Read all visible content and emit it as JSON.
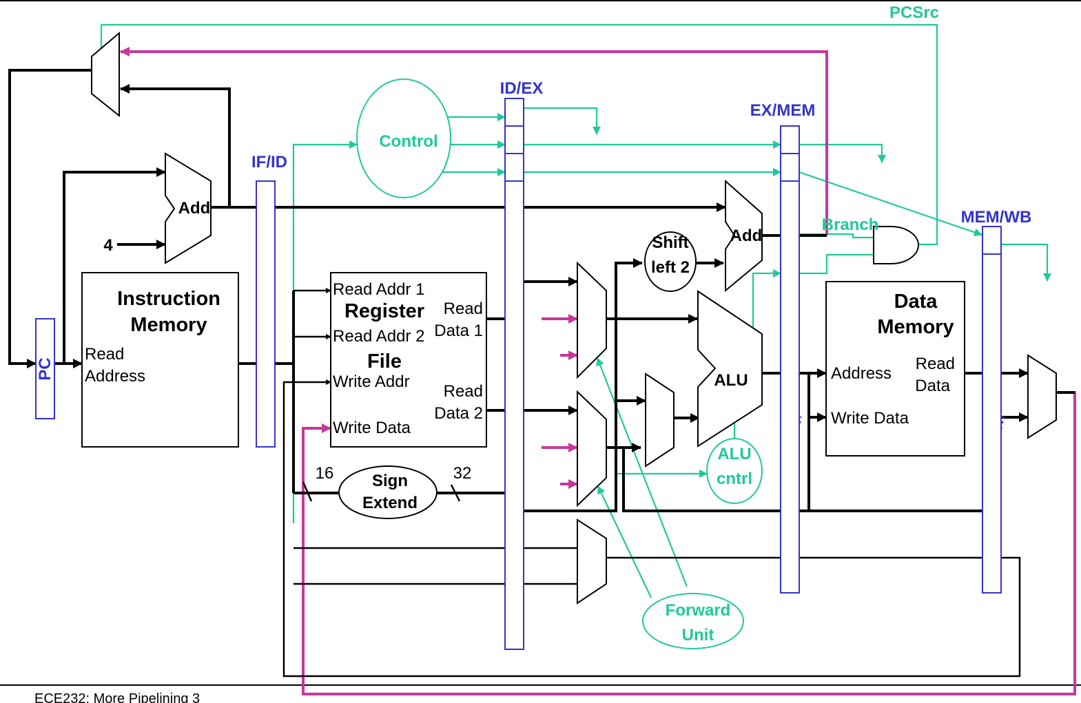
{
  "diagram": {
    "pipeline_registers": {
      "if_id": "IF/ID",
      "id_ex": "ID/EX",
      "ex_mem": "EX/MEM",
      "mem_wb": "MEM/WB"
    },
    "pc": "PC",
    "pcsrc": "PCSrc",
    "control": "Control",
    "adder": "Add",
    "branch_adder": "Add",
    "constant_four": "4",
    "instruction_memory": {
      "title_line1": "Instruction",
      "title_line2": "Memory",
      "port_line1": "Read",
      "port_line2": "Address"
    },
    "register_file": {
      "read_addr_1": "Read Addr 1",
      "title_line1": "Register",
      "read_addr_2": "Read Addr 2",
      "title_line2": "File",
      "write_addr": "Write Addr",
      "write_data": "Write Data",
      "read_data_1_line1": "Read",
      "read_data_1_line2": "Data 1",
      "read_data_2_line1": "Read",
      "read_data_2_line2": "Data 2"
    },
    "sign_extend": {
      "line1": "Sign",
      "line2": "Extend",
      "in_width": "16",
      "out_width": "32"
    },
    "shift_left": {
      "line1": "Shift",
      "line2": "left 2"
    },
    "alu": "ALU",
    "alu_control": {
      "line1": "ALU",
      "line2": "cntrl"
    },
    "branch": "Branch",
    "data_memory": {
      "title_line1": "Data",
      "title_line2": "Memory",
      "address": "Address",
      "read_data_line1": "Read",
      "read_data_line2": "Data",
      "write_data": "Write Data"
    },
    "forward_unit": {
      "line1": "Forward",
      "line2": "Unit"
    },
    "footer": "ECE232: More Pipelining 3"
  },
  "colors": {
    "control_path": "#1fc99a",
    "forwarding_path": "#c8379a",
    "pipeline_register": "#3333cc",
    "datapath": "#000000"
  }
}
